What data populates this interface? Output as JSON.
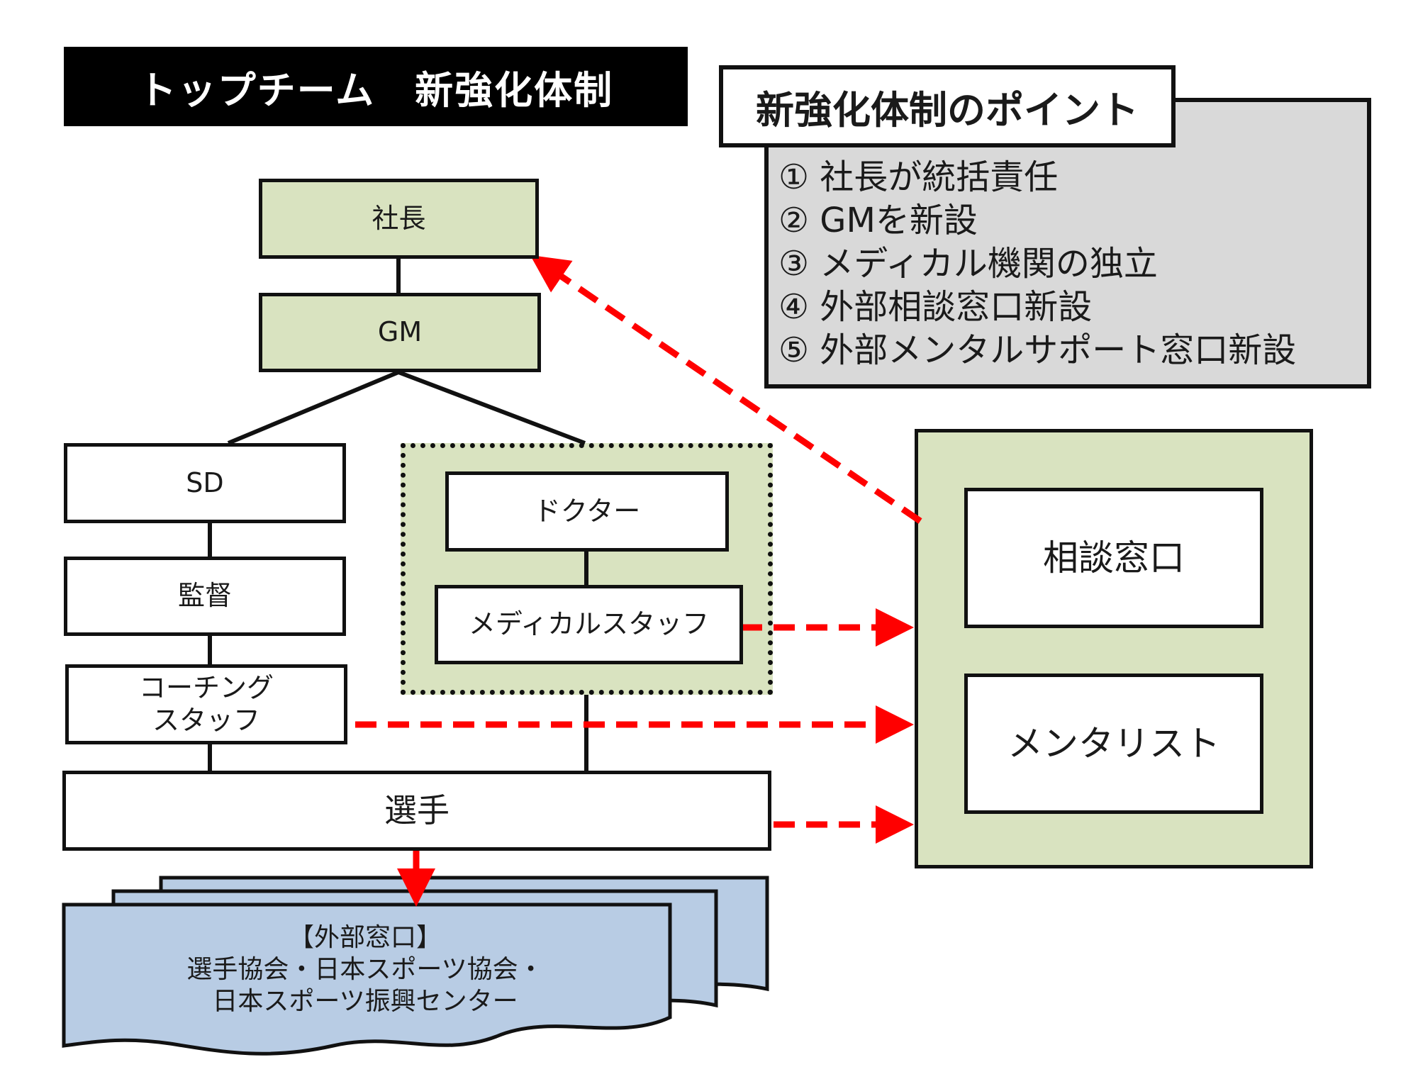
{
  "title": "トップチーム　新強化体制",
  "points": {
    "header": "新強化体制のポイント",
    "items": [
      "① 社長が統括責任",
      "② GMを新設",
      "③ メディカル機関の独立",
      "④ 外部相談窓口新設",
      "⑤ 外部メンタルサポート窓口新設"
    ]
  },
  "org": {
    "president": "社長",
    "gm": "GM",
    "sd": "SD",
    "manager": "監督",
    "coaching_line1": "コーチング",
    "coaching_line2": "スタッフ",
    "players": "選手",
    "doctor": "ドクター",
    "medical_staff": "メディカルスタッフ"
  },
  "consultation": {
    "desk": "相談窓口",
    "mentalist": "メンタリスト"
  },
  "external": {
    "line1": "【外部窓口】",
    "line2": "選手協会・日本スポーツ協会・",
    "line3": "日本スポーツ振興センター"
  },
  "colors": {
    "accent_green": "#d9e3c0",
    "panel_gray": "#d9d9d9",
    "external_blue": "#b8cce4",
    "arrow_red": "#ff0000"
  }
}
